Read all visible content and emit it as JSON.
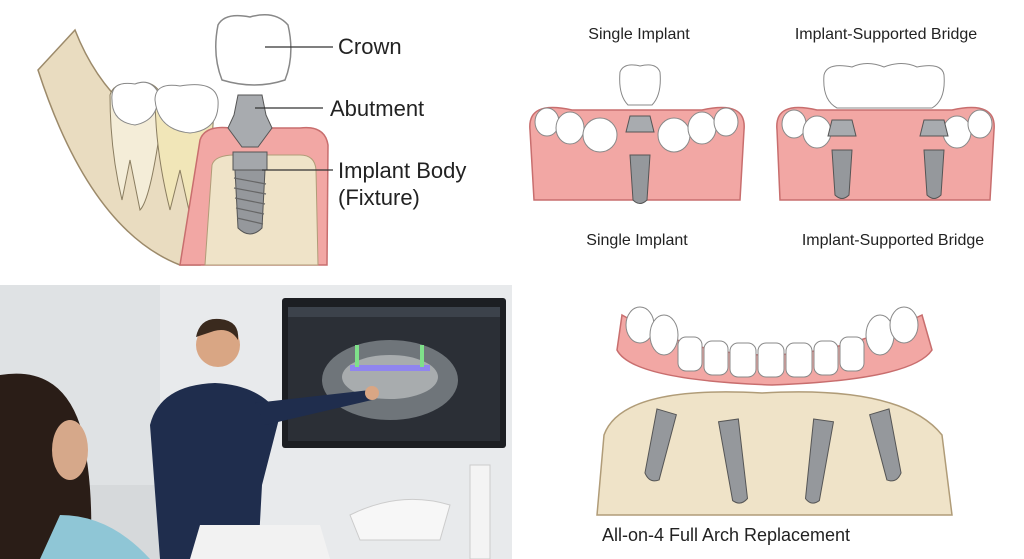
{
  "anatomy": {
    "labels": {
      "crown": "Crown",
      "abutment": "Abutment",
      "implant_body": "Implant Body",
      "fixture": "(Fixture)"
    }
  },
  "implant_types": {
    "single_top": "Single Implant",
    "bridge_top": "Implant-Supported Bridge",
    "single_bottom": "Single Implant",
    "bridge_bottom": "Implant-Supported Bridge"
  },
  "full_arch": {
    "caption": "All-on-4 Full Arch Replacement"
  },
  "colors": {
    "gum": "#f2a7a4",
    "bone": "#efe3c8",
    "metal": "#9a9da2",
    "tooth": "#ffffff"
  }
}
